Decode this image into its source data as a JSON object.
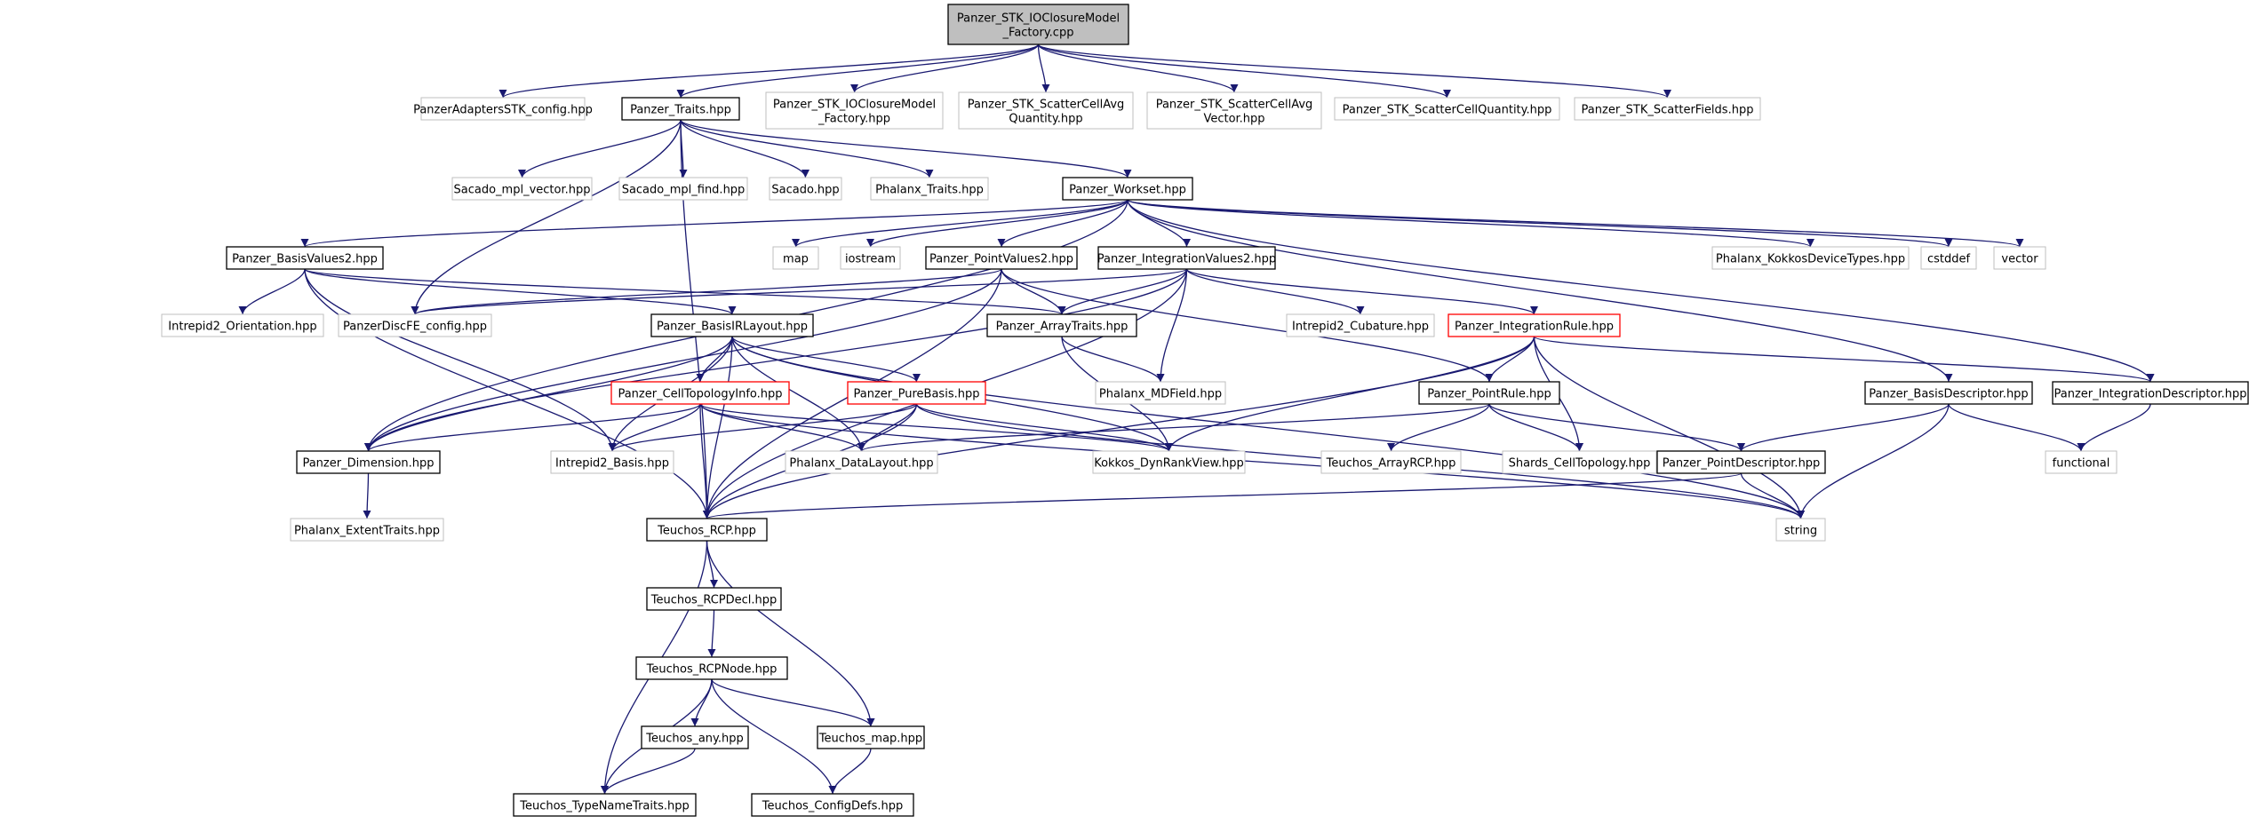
{
  "diagram": {
    "type": "include-dependency-graph",
    "nodes": [
      {
        "id": "root",
        "lines": [
          "Panzer_STK_IOClosureModel",
          "_Factory.cpp"
        ],
        "style": "root"
      },
      {
        "id": "adapters_cfg",
        "lines": [
          "PanzerAdaptersSTK_config.hpp"
        ],
        "style": "external"
      },
      {
        "id": "traits",
        "lines": [
          "Panzer_Traits.hpp"
        ],
        "style": "normal"
      },
      {
        "id": "io_factory_hpp",
        "lines": [
          "Panzer_STK_IOClosureModel",
          "_Factory.hpp"
        ],
        "style": "external"
      },
      {
        "id": "scatter_avg_qty",
        "lines": [
          "Panzer_STK_ScatterCellAvg",
          "Quantity.hpp"
        ],
        "style": "external"
      },
      {
        "id": "scatter_avg_vec",
        "lines": [
          "Panzer_STK_ScatterCellAvg",
          "Vector.hpp"
        ],
        "style": "external"
      },
      {
        "id": "scatter_cell_qty",
        "lines": [
          "Panzer_STK_ScatterCellQuantity.hpp"
        ],
        "style": "external"
      },
      {
        "id": "scatter_fields",
        "lines": [
          "Panzer_STK_ScatterFields.hpp"
        ],
        "style": "external"
      },
      {
        "id": "mpl_vector",
        "lines": [
          "Sacado_mpl_vector.hpp"
        ],
        "style": "external"
      },
      {
        "id": "mpl_find",
        "lines": [
          "Sacado_mpl_find.hpp"
        ],
        "style": "external"
      },
      {
        "id": "sacado",
        "lines": [
          "Sacado.hpp"
        ],
        "style": "external"
      },
      {
        "id": "phalanx_traits",
        "lines": [
          "Phalanx_Traits.hpp"
        ],
        "style": "external"
      },
      {
        "id": "workset",
        "lines": [
          "Panzer_Workset.hpp"
        ],
        "style": "normal"
      },
      {
        "id": "basis_values2",
        "lines": [
          "Panzer_BasisValues2.hpp"
        ],
        "style": "normal"
      },
      {
        "id": "map",
        "lines": [
          "map"
        ],
        "style": "external"
      },
      {
        "id": "iostream",
        "lines": [
          "iostream"
        ],
        "style": "external"
      },
      {
        "id": "point_values2",
        "lines": [
          "Panzer_PointValues2.hpp"
        ],
        "style": "normal"
      },
      {
        "id": "integration_values2",
        "lines": [
          "Panzer_IntegrationValues2.hpp"
        ],
        "style": "normal"
      },
      {
        "id": "kokkos_device_types",
        "lines": [
          "Phalanx_KokkosDeviceTypes.hpp"
        ],
        "style": "external"
      },
      {
        "id": "cstddef",
        "lines": [
          "cstddef"
        ],
        "style": "external"
      },
      {
        "id": "vector",
        "lines": [
          "vector"
        ],
        "style": "external"
      },
      {
        "id": "intrepid2_orientation",
        "lines": [
          "Intrepid2_Orientation.hpp"
        ],
        "style": "external"
      },
      {
        "id": "discfe_cfg",
        "lines": [
          "PanzerDiscFE_config.hpp"
        ],
        "style": "external"
      },
      {
        "id": "basis_ir_layout",
        "lines": [
          "Panzer_BasisIRLayout.hpp"
        ],
        "style": "normal"
      },
      {
        "id": "array_traits",
        "lines": [
          "Panzer_ArrayTraits.hpp"
        ],
        "style": "normal"
      },
      {
        "id": "intrepid2_cubature",
        "lines": [
          "Intrepid2_Cubature.hpp"
        ],
        "style": "external"
      },
      {
        "id": "integration_rule",
        "lines": [
          "Panzer_IntegrationRule.hpp"
        ],
        "style": "truncated"
      },
      {
        "id": "cell_topology_info",
        "lines": [
          "Panzer_CellTopologyInfo.hpp"
        ],
        "style": "truncated"
      },
      {
        "id": "pure_basis",
        "lines": [
          "Panzer_PureBasis.hpp"
        ],
        "style": "truncated"
      },
      {
        "id": "md_field",
        "lines": [
          "Phalanx_MDField.hpp"
        ],
        "style": "external"
      },
      {
        "id": "point_rule",
        "lines": [
          "Panzer_PointRule.hpp"
        ],
        "style": "normal"
      },
      {
        "id": "basis_descriptor",
        "lines": [
          "Panzer_BasisDescriptor.hpp"
        ],
        "style": "normal"
      },
      {
        "id": "integration_descriptor",
        "lines": [
          "Panzer_IntegrationDescriptor.hpp"
        ],
        "style": "normal"
      },
      {
        "id": "dimension",
        "lines": [
          "Panzer_Dimension.hpp"
        ],
        "style": "normal"
      },
      {
        "id": "intrepid2_basis",
        "lines": [
          "Intrepid2_Basis.hpp"
        ],
        "style": "external"
      },
      {
        "id": "data_layout",
        "lines": [
          "Phalanx_DataLayout.hpp"
        ],
        "style": "external"
      },
      {
        "id": "dyn_rank_view",
        "lines": [
          "Kokkos_DynRankView.hpp"
        ],
        "style": "external"
      },
      {
        "id": "array_rcp",
        "lines": [
          "Teuchos_ArrayRCP.hpp"
        ],
        "style": "external"
      },
      {
        "id": "shards_topology",
        "lines": [
          "Shards_CellTopology.hpp"
        ],
        "style": "external"
      },
      {
        "id": "point_descriptor",
        "lines": [
          "Panzer_PointDescriptor.hpp"
        ],
        "style": "normal"
      },
      {
        "id": "functional",
        "lines": [
          "functional"
        ],
        "style": "external"
      },
      {
        "id": "extent_traits",
        "lines": [
          "Phalanx_ExtentTraits.hpp"
        ],
        "style": "external"
      },
      {
        "id": "rcp",
        "lines": [
          "Teuchos_RCP.hpp"
        ],
        "style": "normal"
      },
      {
        "id": "string",
        "lines": [
          "string"
        ],
        "style": "external"
      },
      {
        "id": "rcp_decl",
        "lines": [
          "Teuchos_RCPDecl.hpp"
        ],
        "style": "normal"
      },
      {
        "id": "rcp_node",
        "lines": [
          "Teuchos_RCPNode.hpp"
        ],
        "style": "normal"
      },
      {
        "id": "any",
        "lines": [
          "Teuchos_any.hpp"
        ],
        "style": "normal"
      },
      {
        "id": "teuchos_map",
        "lines": [
          "Teuchos_map.hpp"
        ],
        "style": "normal"
      },
      {
        "id": "type_name_traits",
        "lines": [
          "Teuchos_TypeNameTraits.hpp"
        ],
        "style": "normal"
      },
      {
        "id": "config_defs",
        "lines": [
          "Teuchos_ConfigDefs.hpp"
        ],
        "style": "normal"
      }
    ],
    "edges": [
      [
        "root",
        "adapters_cfg"
      ],
      [
        "root",
        "traits"
      ],
      [
        "root",
        "io_factory_hpp"
      ],
      [
        "root",
        "scatter_avg_qty"
      ],
      [
        "root",
        "scatter_avg_vec"
      ],
      [
        "root",
        "scatter_cell_qty"
      ],
      [
        "root",
        "scatter_fields"
      ],
      [
        "traits",
        "mpl_vector"
      ],
      [
        "traits",
        "mpl_find"
      ],
      [
        "traits",
        "sacado"
      ],
      [
        "traits",
        "phalanx_traits"
      ],
      [
        "traits",
        "workset"
      ],
      [
        "traits",
        "discfe_cfg"
      ],
      [
        "traits",
        "rcp"
      ],
      [
        "workset",
        "basis_values2"
      ],
      [
        "workset",
        "map"
      ],
      [
        "workset",
        "iostream"
      ],
      [
        "workset",
        "point_values2"
      ],
      [
        "workset",
        "integration_values2"
      ],
      [
        "workset",
        "kokkos_device_types"
      ],
      [
        "workset",
        "cstddef"
      ],
      [
        "workset",
        "vector"
      ],
      [
        "workset",
        "dimension"
      ],
      [
        "workset",
        "basis_descriptor"
      ],
      [
        "workset",
        "integration_descriptor"
      ],
      [
        "basis_values2",
        "intrepid2_orientation"
      ],
      [
        "basis_values2",
        "basis_ir_layout"
      ],
      [
        "basis_values2",
        "array_traits"
      ],
      [
        "basis_values2",
        "intrepid2_basis"
      ],
      [
        "basis_values2",
        "rcp"
      ],
      [
        "point_values2",
        "discfe_cfg"
      ],
      [
        "point_values2",
        "array_traits"
      ],
      [
        "point_values2",
        "point_rule"
      ],
      [
        "point_values2",
        "dimension"
      ],
      [
        "point_values2",
        "rcp"
      ],
      [
        "integration_values2",
        "discfe_cfg"
      ],
      [
        "integration_values2",
        "array_traits"
      ],
      [
        "integration_values2",
        "intrepid2_cubature"
      ],
      [
        "integration_values2",
        "integration_rule"
      ],
      [
        "integration_values2",
        "md_field"
      ],
      [
        "integration_values2",
        "dimension"
      ],
      [
        "integration_values2",
        "rcp"
      ],
      [
        "basis_ir_layout",
        "cell_topology_info"
      ],
      [
        "basis_ir_layout",
        "pure_basis"
      ],
      [
        "basis_ir_layout",
        "dimension"
      ],
      [
        "basis_ir_layout",
        "intrepid2_basis"
      ],
      [
        "basis_ir_layout",
        "data_layout"
      ],
      [
        "basis_ir_layout",
        "dyn_rank_view"
      ],
      [
        "basis_ir_layout",
        "rcp"
      ],
      [
        "basis_ir_layout",
        "string"
      ],
      [
        "array_traits",
        "md_field"
      ],
      [
        "array_traits",
        "dyn_rank_view"
      ],
      [
        "integration_rule",
        "point_rule"
      ],
      [
        "integration_rule",
        "dyn_rank_view"
      ],
      [
        "integration_rule",
        "shards_topology"
      ],
      [
        "integration_rule",
        "rcp"
      ],
      [
        "integration_rule",
        "string"
      ],
      [
        "integration_rule",
        "integration_descriptor"
      ],
      [
        "cell_topology_info",
        "dimension"
      ],
      [
        "cell_topology_info",
        "intrepid2_basis"
      ],
      [
        "cell_topology_info",
        "data_layout"
      ],
      [
        "cell_topology_info",
        "dyn_rank_view"
      ],
      [
        "cell_topology_info",
        "rcp"
      ],
      [
        "cell_topology_info",
        "string"
      ],
      [
        "pure_basis",
        "intrepid2_basis"
      ],
      [
        "pure_basis",
        "data_layout"
      ],
      [
        "pure_basis",
        "dyn_rank_view"
      ],
      [
        "pure_basis",
        "rcp"
      ],
      [
        "pure_basis",
        "string"
      ],
      [
        "point_rule",
        "data_layout"
      ],
      [
        "point_rule",
        "array_rcp"
      ],
      [
        "point_rule",
        "shards_topology"
      ],
      [
        "point_rule",
        "point_descriptor"
      ],
      [
        "basis_descriptor",
        "point_descriptor"
      ],
      [
        "basis_descriptor",
        "functional"
      ],
      [
        "basis_descriptor",
        "string"
      ],
      [
        "integration_descriptor",
        "functional"
      ],
      [
        "point_descriptor",
        "string"
      ],
      [
        "point_descriptor",
        "rcp"
      ],
      [
        "dimension",
        "extent_traits"
      ],
      [
        "rcp",
        "rcp_decl"
      ],
      [
        "rcp",
        "teuchos_map"
      ],
      [
        "rcp",
        "type_name_traits"
      ],
      [
        "rcp_decl",
        "rcp_node"
      ],
      [
        "rcp_node",
        "any"
      ],
      [
        "rcp_node",
        "teuchos_map"
      ],
      [
        "rcp_node",
        "type_name_traits"
      ],
      [
        "rcp_node",
        "config_defs"
      ],
      [
        "any",
        "type_name_traits"
      ],
      [
        "teuchos_map",
        "config_defs"
      ],
      [
        "dyn_rank_view",
        "dyn_rank_view"
      ]
    ]
  },
  "colors": {
    "edge": "#191970",
    "normal_border": "#000000",
    "external_border": "#bfbfbf",
    "truncated_border": "#ff0000",
    "root_fill": "#bfbfbf",
    "text": "#000000",
    "external_text": "#000000"
  }
}
